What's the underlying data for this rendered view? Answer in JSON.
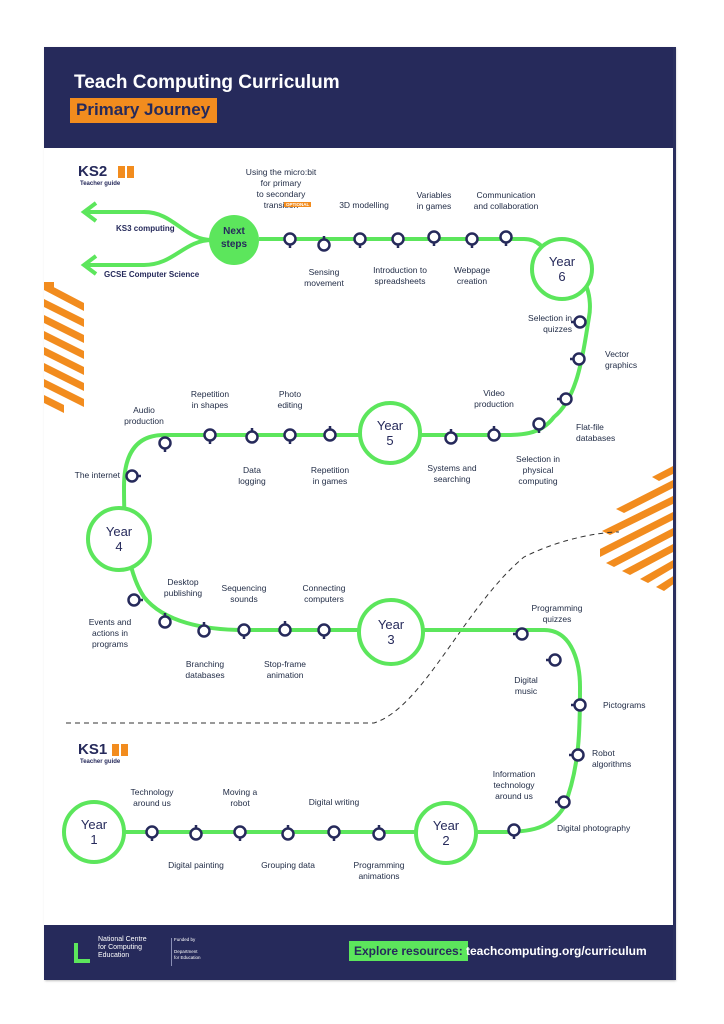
{
  "header": {
    "title": "Teach Computing Curriculum",
    "subtitle": "Primary Journey"
  },
  "ks2": {
    "label": "KS2",
    "sub": "Teacher guide",
    "next_steps": "Next\nsteps",
    "exits": [
      "KS3 computing",
      "GCSE Computer Science"
    ],
    "optional_badge": "OPTIONAL",
    "years": {
      "year6": "Year\n6",
      "year5": "Year\n5",
      "year4": "Year\n4",
      "year3": "Year\n3"
    },
    "year6_units": [
      "Using the micro:bit\nfor primary\nto secondary\ntransition",
      "Sensing\nmovement",
      "3D modelling",
      "Introduction to\nspreadsheets",
      "Variables\nin games",
      "Webpage\ncreation",
      "Communication\nand collaboration",
      "Selection in\nquizzes",
      "Vector\ngraphics",
      "Flat-file\ndatabases"
    ],
    "year5_units": [
      "Selection in\nphysical\ncomputing",
      "Video\nproduction",
      "Systems and\nsearching",
      "Repetition\nin games",
      "Photo\nediting",
      "Data\nlogging",
      "Repetition\nin shapes",
      "Audio\nproduction",
      "The internet"
    ],
    "year4_3_units": [
      "Events and\nactions in\nprograms",
      "Desktop\npublishing",
      "Branching\ndatabases",
      "Sequencing\nsounds",
      "Stop-frame\nanimation",
      "Connecting\ncomputers",
      "Programming\nquizzes",
      "Digital\nmusic",
      "Pictograms",
      "Robot\nalgorithms"
    ]
  },
  "ks1": {
    "label": "KS1",
    "sub": "Teacher guide",
    "years": {
      "year1": "Year\n1",
      "year2": "Year\n2"
    },
    "units": [
      "Information\ntechnology\naround us",
      "Digital photography",
      "Technology\naround us",
      "Digital painting",
      "Moving a\nrobot",
      "Grouping data",
      "Digital writing",
      "Programming\nanimations"
    ]
  },
  "footer": {
    "ncce": "National Centre\nfor Computing\nEducation",
    "ncce_highlight": "Computing",
    "dfe": "Funded by\n\nDepartment\nfor Education",
    "explore": "Explore resources:",
    "url": "teachcomputing.org/curriculum"
  },
  "colors": {
    "navy": "#262a5b",
    "green": "#5ce65c",
    "orange": "#f28c1e"
  }
}
